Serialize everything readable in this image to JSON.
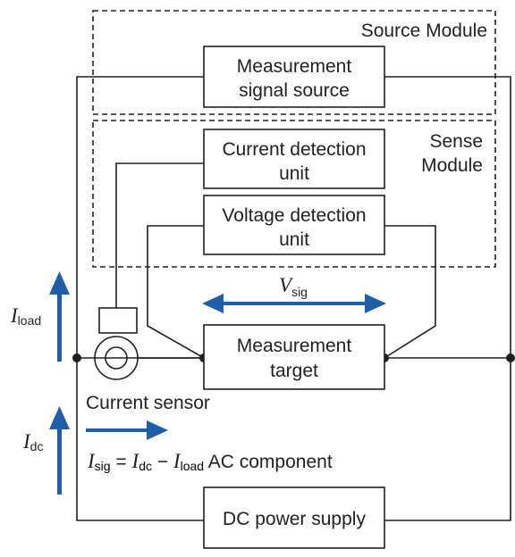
{
  "modules": {
    "source": "Source Module",
    "sense_line1": "Sense",
    "sense_line2": "Module"
  },
  "blocks": {
    "signal_source": [
      "Measurement",
      "signal source"
    ],
    "current_detection": [
      "Current detection",
      "unit"
    ],
    "voltage_detection": [
      "Voltage detection",
      "unit"
    ],
    "measurement_target": [
      "Measurement",
      "target"
    ],
    "dc_power_supply": "DC power supply"
  },
  "labels": {
    "current_sensor": "Current sensor",
    "vsig_main": "V",
    "vsig_sub": "sig",
    "iload_main": "I",
    "iload_sub": "load",
    "idc_main": "I",
    "idc_sub": "dc",
    "equation": {
      "isig_main": "I",
      "isig_sub": "sig",
      "eq": " = ",
      "idc_main": "I",
      "idc_sub": "dc",
      "minus": " − ",
      "iload_main": "I",
      "iload_sub": "load",
      "tail": " AC component"
    }
  },
  "colors": {
    "arrow": "#1f5fa8",
    "line": "#231f20"
  }
}
